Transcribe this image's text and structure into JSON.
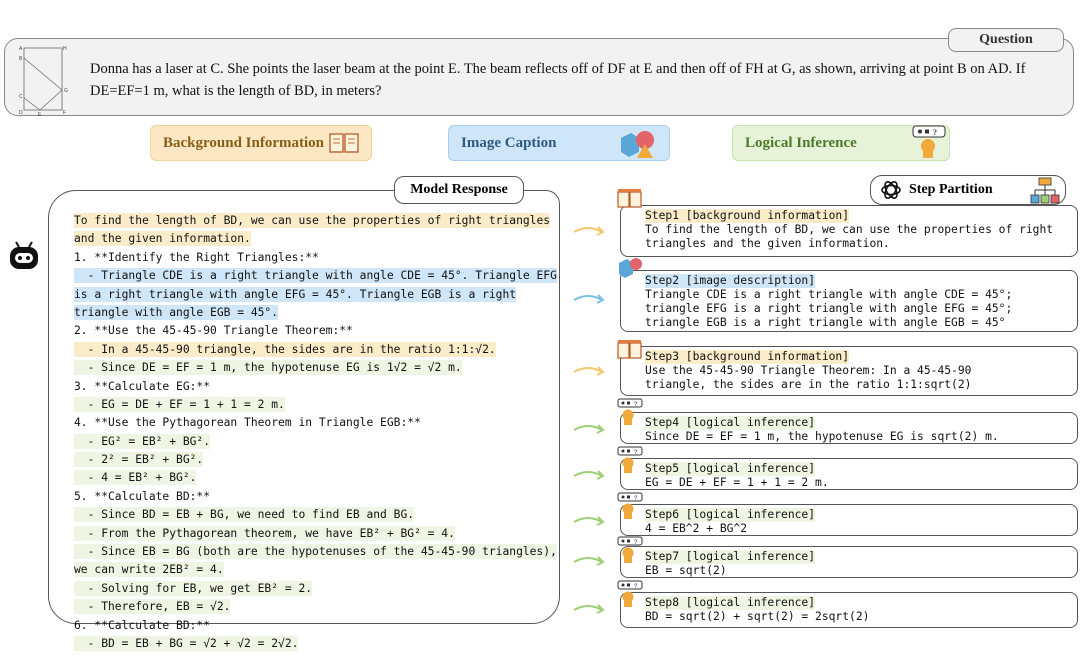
{
  "question": {
    "tag": "Question",
    "text": "Donna has a laser at C. She points the laser beam at the point E. The beam reflects off of DF at E and then off of FH at G, as shown, arriving at point B on AD. If DE=EF=1 m, what is the length of BD, in meters?",
    "figure_labels": [
      "A",
      "H",
      "B",
      "C",
      "G",
      "D",
      "E",
      "F"
    ]
  },
  "legend": {
    "background": "Background Information",
    "image": "Image Caption",
    "logic": "Logical Inference"
  },
  "response": {
    "tag": "Model Response",
    "lines": [
      {
        "text": "To find the length of BD, we can use the properties of right triangles",
        "hl": "bg"
      },
      {
        "text": "and the given information.",
        "hl": "bg"
      },
      {
        "text": "1. **Identify the Right Triangles:**",
        "hl": ""
      },
      {
        "text": "  - Triangle CDE is a right triangle with angle CDE = 45°. Triangle EFG",
        "hl": "img"
      },
      {
        "text": "is a right triangle with angle EFG = 45°. Triangle EGB is a right",
        "hl": "img"
      },
      {
        "text": "triangle with angle EGB = 45°.",
        "hl": "img"
      },
      {
        "text": "2. **Use the 45-45-90 Triangle Theorem:**",
        "hl": ""
      },
      {
        "text": "  - In a 45-45-90 triangle, the sides are in the ratio 1:1:√2.",
        "hl": "bg"
      },
      {
        "text": "  - Since DE = EF = 1 m, the hypotenuse EG is 1√2 = √2 m.",
        "hl": "log"
      },
      {
        "text": "3. **Calculate EG:**",
        "hl": ""
      },
      {
        "text": "  - EG = DE + EF = 1 + 1 = 2 m.",
        "hl": "log"
      },
      {
        "text": "4. **Use the Pythagorean Theorem in Triangle EGB:**",
        "hl": ""
      },
      {
        "text": "  - EG² = EB² + BG².",
        "hl": "log"
      },
      {
        "text": "  - 2² = EB² + BG².",
        "hl": "log"
      },
      {
        "text": "  - 4 = EB² + BG².",
        "hl": "log"
      },
      {
        "text": "5. **Calculate BD:**",
        "hl": ""
      },
      {
        "text": "  - Since BD = EB + BG, we need to find EB and BG.",
        "hl": "log"
      },
      {
        "text": "  - From the Pythagorean theorem, we have EB² + BG² = 4.",
        "hl": "log"
      },
      {
        "text": "  - Since EB = BG (both are the hypotenuses of the 45-45-90 triangles),",
        "hl": "log"
      },
      {
        "text": "we can write 2EB² = 4.",
        "hl": "log"
      },
      {
        "text": "  - Solving for EB, we get EB² = 2.",
        "hl": "log"
      },
      {
        "text": "  - Therefore, EB = √2.",
        "hl": "log"
      },
      {
        "text": "6. **Calculate BD:**",
        "hl": ""
      },
      {
        "text": "  - BD = EB + BG = √2 + √2 = 2√2.",
        "hl": "log"
      }
    ]
  },
  "partition": {
    "tag": "Step Partition",
    "steps": [
      {
        "title": "Step1 [background information]",
        "kind": "bg",
        "body": [
          "To find the length of BD, we can use the properties of right",
          "triangles and the given information."
        ]
      },
      {
        "title": "Step2 [image description]",
        "kind": "img",
        "body": [
          "Triangle CDE is a right triangle with angle CDE = 45°;",
          "triangle EFG is a right triangle with angle EFG = 45°;",
          "triangle EGB is a right triangle with angle EGB = 45°"
        ]
      },
      {
        "title": "Step3 [background information]",
        "kind": "bg",
        "body": [
          "Use the 45-45-90 Triangle Theorem: In a 45-45-90",
          "triangle, the sides are in the ratio 1:1:sqrt(2)"
        ]
      },
      {
        "title": "Step4 [logical inference]",
        "kind": "log",
        "body": [
          "Since DE = EF = 1 m, the hypotenuse EG is sqrt(2) m."
        ]
      },
      {
        "title": "Step5 [logical inference]",
        "kind": "log",
        "body": [
          "EG = DE + EF = 1 + 1 = 2 m."
        ]
      },
      {
        "title": "Step6 [logical inference]",
        "kind": "log",
        "body": [
          "4 = EB^2 + BG^2"
        ]
      },
      {
        "title": "Step7 [logical inference]",
        "kind": "log",
        "body": [
          "EB = sqrt(2)"
        ]
      },
      {
        "title": "Step8 [logical inference]",
        "kind": "log",
        "body": [
          "BD = sqrt(2) + sqrt(2) = 2sqrt(2)"
        ]
      }
    ]
  },
  "colors": {
    "background_highlight": "#fbecc9",
    "image_highlight": "#cfe6f8",
    "logic_highlight": "#eef5e2",
    "arrow_bg": "#f5c76a",
    "arrow_img": "#7cc0ea",
    "arrow_log": "#9ccf78"
  },
  "icons": {
    "robot": "robot-icon",
    "book": "book-icon",
    "shapes": "shapes-icon",
    "thinking": "thinking-head-icon",
    "openai": "openai-logo-icon",
    "flowchart": "flowchart-icon"
  }
}
